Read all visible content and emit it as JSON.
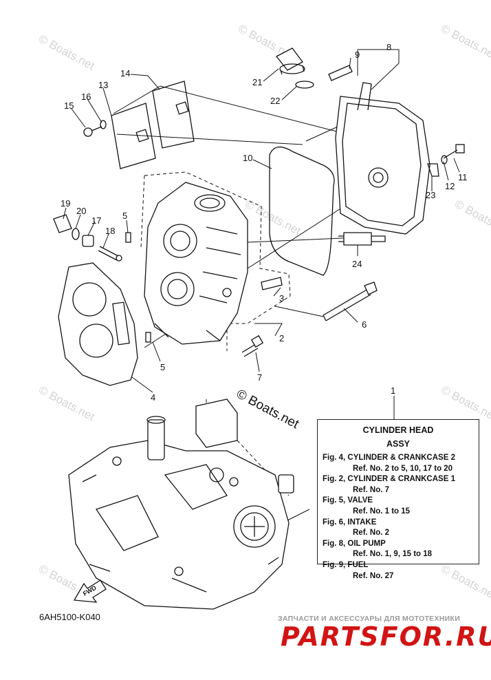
{
  "watermark": "© Boats.net",
  "copyright": "© Boats.net",
  "catalog_code": "6AH5100-K040",
  "callouts": [
    "1",
    "2",
    "3",
    "4",
    "5",
    "5",
    "6",
    "7",
    "8",
    "9",
    "10",
    "11",
    "12",
    "13",
    "14",
    "15",
    "16",
    "17",
    "18",
    "19",
    "20",
    "21",
    "22",
    "23",
    "24"
  ],
  "fwd_label": "FWD",
  "legend": {
    "title": "CYLINDER HEAD",
    "subtitle": "ASSY",
    "refs": [
      {
        "fig": "Fig. 4, CYLINDER & CRANKCASE 2",
        "ref": "Ref. No. 2 to 5, 10, 17 to 20"
      },
      {
        "fig": "Fig. 2, CYLINDER & CRANKCASE 1",
        "ref": "Ref. No. 7"
      },
      {
        "fig": "Fig. 5, VALVE",
        "ref": "Ref. No. 1 to 15"
      },
      {
        "fig": "Fig. 6, INTAKE",
        "ref": "Ref. No. 2"
      },
      {
        "fig": "Fig. 8, OIL PUMP",
        "ref": "Ref. No. 1, 9, 15 to 18"
      },
      {
        "fig": "Fig. 9, FUEL",
        "ref": "Ref. No. 27"
      }
    ]
  },
  "shop": {
    "tagline": "ЗАПЧАСТИ И АКСЕССУАРЫ ДЛЯ МОТОТЕХНИКИ",
    "logo": "PARTSFOR.RU",
    "color": "#d21414"
  }
}
